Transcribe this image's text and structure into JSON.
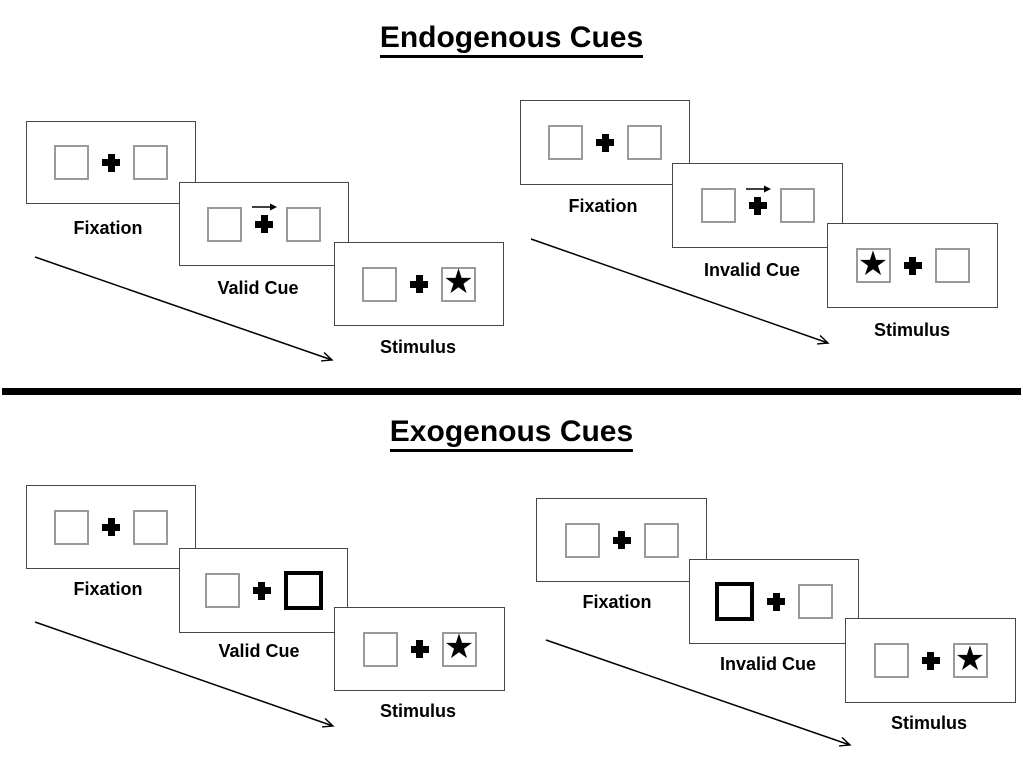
{
  "canvas": {
    "background": "#ffffff"
  },
  "colors": {
    "ink": "#000000",
    "panel_border": "#474747",
    "box_border": "#9a9a9a",
    "cue_box_border": "#000000",
    "divider": "#000000"
  },
  "glyphs": {
    "star": "★"
  },
  "sections": [
    {
      "title": "Endogenous Cues",
      "groups": [
        {
          "name": "valid-trial",
          "cue_style": "rightward arrow above central fixation cross",
          "panels": [
            {
              "label": "Fixation",
              "display": "two empty boxes flanking fixation cross"
            },
            {
              "label": "Valid Cue",
              "display": "rightward arrow above fixation cross"
            },
            {
              "label": "Stimulus",
              "display": "star in right box"
            }
          ]
        },
        {
          "name": "invalid-trial",
          "cue_style": "rightward arrow above central fixation cross",
          "panels": [
            {
              "label": "Fixation",
              "display": "two empty boxes flanking fixation cross"
            },
            {
              "label": "Invalid Cue",
              "display": "rightward arrow above fixation cross"
            },
            {
              "label": "Stimulus",
              "display": "star in left box"
            }
          ]
        }
      ]
    },
    {
      "title": "Exogenous Cues",
      "groups": [
        {
          "name": "valid-trial",
          "cue_style": "thick-outlined peripheral box",
          "panels": [
            {
              "label": "Fixation",
              "display": "two empty boxes flanking fixation cross"
            },
            {
              "label": "Valid Cue",
              "display": "thick-outlined right box"
            },
            {
              "label": "Stimulus",
              "display": "star in right box"
            }
          ]
        },
        {
          "name": "invalid-trial",
          "cue_style": "thick-outlined peripheral box",
          "panels": [
            {
              "label": "Fixation",
              "display": "two empty boxes flanking fixation cross"
            },
            {
              "label": "Invalid Cue",
              "display": "thick-outlined left box"
            },
            {
              "label": "Stimulus",
              "display": "star in right box"
            }
          ]
        }
      ]
    }
  ]
}
